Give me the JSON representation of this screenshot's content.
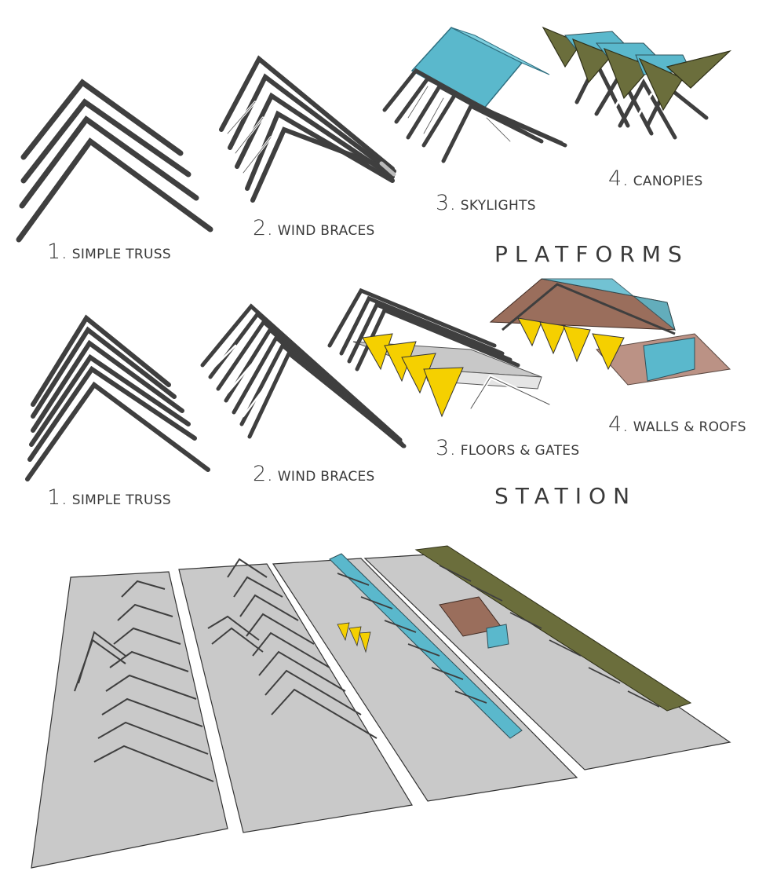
{
  "colors": {
    "truss": "#3f3f3f",
    "brace": "#ffffff",
    "skylight": "#5ab8cc",
    "canopy": "#6b6e3c",
    "gate": "#f5d000",
    "roof": "#9a6e5c",
    "floor": "#c8c8c8",
    "ground": "#c9c9c9"
  },
  "platforms": {
    "heading": "PLATFORMS",
    "steps": [
      {
        "num": "1.",
        "label": "SIMPLE TRUSS"
      },
      {
        "num": "2.",
        "label": "WIND BRACES"
      },
      {
        "num": "3.",
        "label": "SKYLIGHTS"
      },
      {
        "num": "4.",
        "label": "CANOPIES"
      }
    ]
  },
  "station": {
    "heading": "STATION",
    "steps": [
      {
        "num": "1.",
        "label": "SIMPLE TRUSS"
      },
      {
        "num": "2.",
        "label": "WIND BRACES"
      },
      {
        "num": "3.",
        "label": "FLOORS & GATES"
      },
      {
        "num": "4.",
        "label": "WALLS & ROOFS"
      }
    ]
  }
}
